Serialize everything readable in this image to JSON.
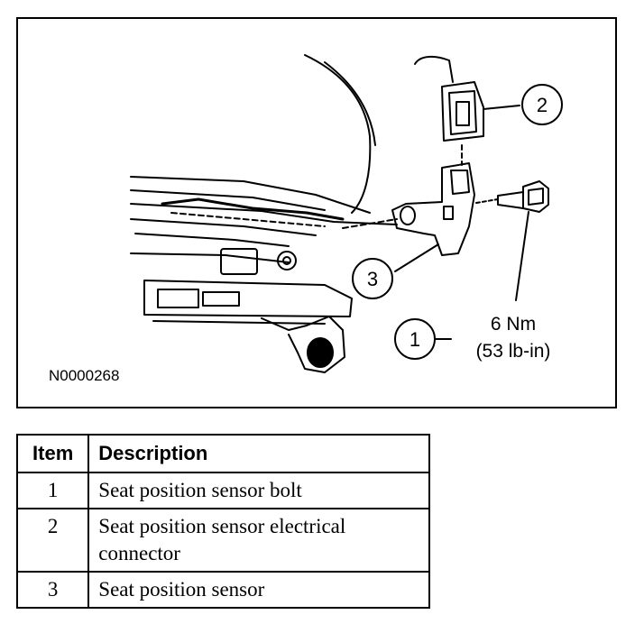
{
  "figure": {
    "id": "N0000268",
    "callouts": [
      "1",
      "2",
      "3"
    ],
    "torque": {
      "nm": "6 Nm",
      "lbin": "(53 lb-in)"
    }
  },
  "legend": {
    "headers": [
      "Item",
      "Description"
    ],
    "rows": [
      {
        "item": "1",
        "description": "Seat position sensor bolt"
      },
      {
        "item": "2",
        "description": "Seat position sensor electrical connector"
      },
      {
        "item": "3",
        "description": "Seat position sensor"
      }
    ]
  }
}
